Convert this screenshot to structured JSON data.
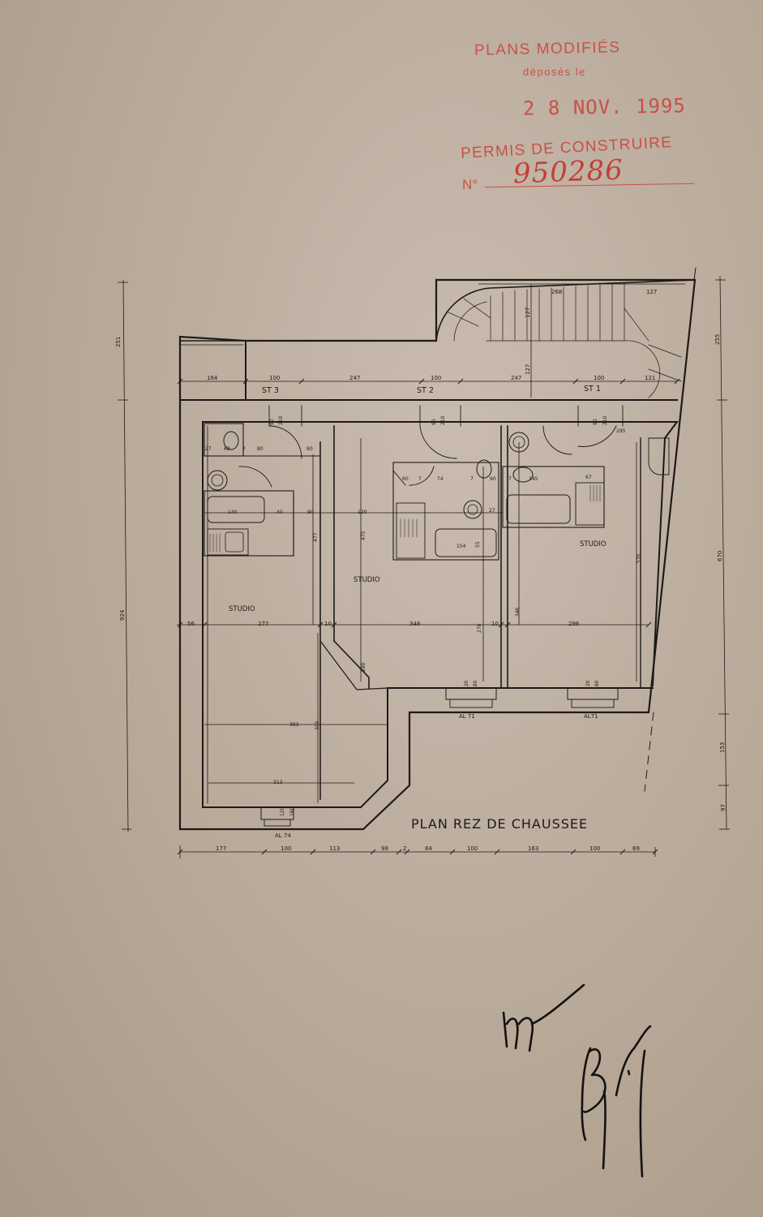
{
  "stamp": {
    "title": "PLANS MODIFIÉS",
    "deposited": "déposés le",
    "date": "2 8 NOV. 1995",
    "permit_label": "PERMIS DE CONSTRUIRE",
    "number_label": "N°",
    "number": "950286",
    "color": "#c9504a"
  },
  "plan": {
    "title": "PLAN REZ DE CHAUSSEE",
    "units": [
      "ST 3",
      "ST 2",
      "ST 1"
    ],
    "rooms": [
      "STUDIO",
      "STUDIO",
      "STUDIO"
    ],
    "windows": [
      "AL 74",
      "AL 71",
      "AL71"
    ],
    "left_dims": [
      "251",
      "924"
    ],
    "right_dims": [
      "255",
      "670",
      "153",
      "97"
    ],
    "bottom_dims": [
      "177",
      "100",
      "113",
      "98",
      "2",
      "84",
      "100",
      "163",
      "100",
      "69"
    ],
    "top_row_dims": [
      "164",
      "100",
      "247",
      "100",
      "247",
      "100",
      "121"
    ],
    "stair_dims": [
      "268",
      "127",
      "127",
      "127"
    ],
    "mid_row_dims": [
      "56",
      "277",
      "10",
      "348",
      "10",
      "296"
    ],
    "interior_dims": [
      "90",
      "210",
      "90",
      "210",
      "90",
      "210",
      "295",
      "27",
      "68",
      "7",
      "80",
      "90",
      "60",
      "7",
      "74",
      "7",
      "90",
      "67",
      "145",
      "7",
      "140",
      "40",
      "90",
      "120",
      "27",
      "477",
      "475",
      "154",
      "55",
      "570",
      "346",
      "278",
      "383",
      "305",
      "313",
      "280",
      "120",
      "180",
      "120",
      "180",
      "120",
      "180"
    ],
    "line_color": "#1e1a17"
  }
}
